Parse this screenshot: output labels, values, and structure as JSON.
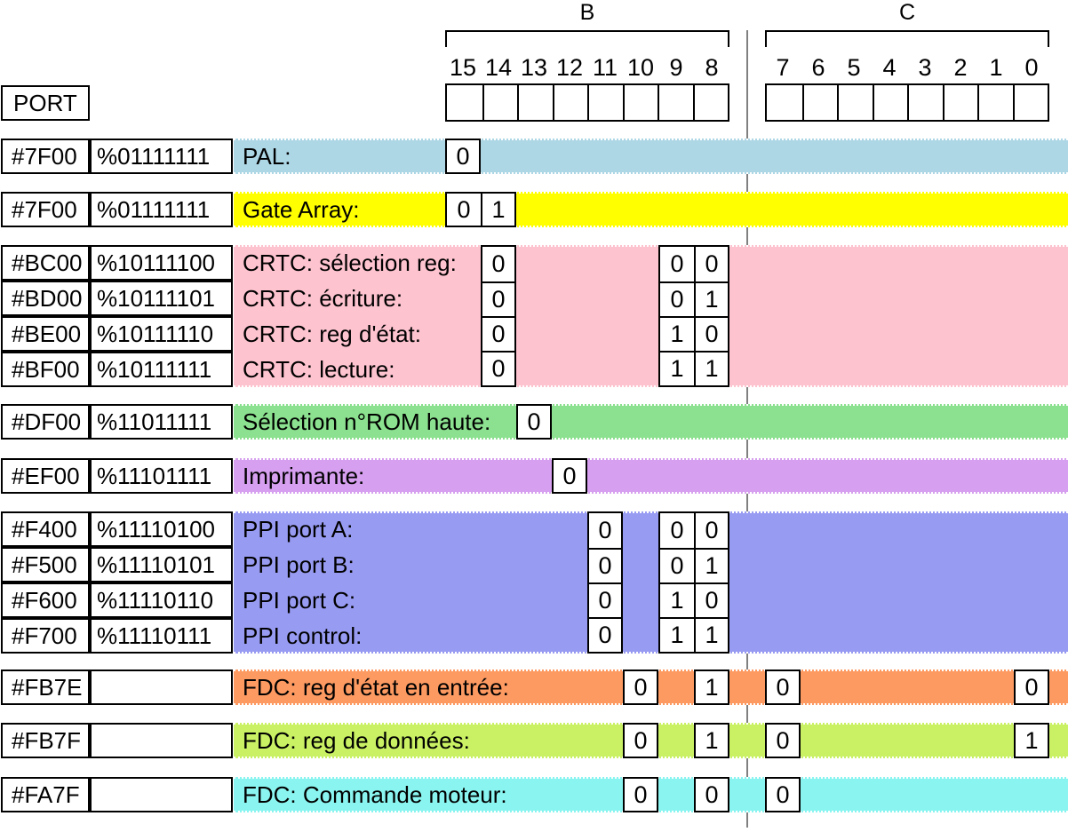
{
  "header": {
    "port_label": "PORT",
    "group_b_label": "B",
    "group_c_label": "C",
    "bits": [
      "15",
      "14",
      "13",
      "12",
      "11",
      "10",
      "9",
      "8",
      "7",
      "6",
      "5",
      "4",
      "3",
      "2",
      "1",
      "0"
    ]
  },
  "palette": {
    "band_pal": "#AED7E6",
    "band_gate_array": "#FFFF00",
    "band_crtc": "#FDC3CF",
    "band_rom": "#8BE18F",
    "band_imprimante": "#D69FEF",
    "band_ppi": "#989BF2",
    "band_fdc_status": "#FC9A62",
    "band_fdc_data": "#C9F163",
    "band_fdc_motor": "#8AF5F0",
    "line_gray": "#8F8F8F",
    "line_black": "#000000",
    "line_red": "#FF0000",
    "line_blue": "#0000FF",
    "line_green": "#008000",
    "line_magenta": "#FF00BF",
    "divider_gray": "#808080"
  },
  "rows": [
    {
      "id": "pal",
      "address": "#7F00",
      "binary": "%01111111",
      "label": "PAL:",
      "color": "band_pal",
      "cells": [
        {
          "bit": 15,
          "value": "0"
        }
      ]
    },
    {
      "id": "gate-array",
      "address": "#7F00",
      "binary": "%01111111",
      "label": "Gate Array:",
      "color": "band_gate_array",
      "cells": [
        {
          "bit": 15,
          "value": "0"
        },
        {
          "bit": 14,
          "value": "1"
        }
      ]
    },
    {
      "id": "crtc-select-reg",
      "address": "#BC00",
      "binary": "%10111100",
      "label": "CRTC: sélection reg:",
      "color": "band_crtc",
      "cells": [
        {
          "bit": 14,
          "value": "0"
        },
        {
          "bit": 9,
          "value": "0"
        },
        {
          "bit": 8,
          "value": "0"
        }
      ]
    },
    {
      "id": "crtc-ecriture",
      "address": "#BD00",
      "binary": "%10111101",
      "label": "CRTC: écriture:",
      "color": "band_crtc",
      "cells": [
        {
          "bit": 14,
          "value": "0"
        },
        {
          "bit": 9,
          "value": "0"
        },
        {
          "bit": 8,
          "value": "1"
        }
      ]
    },
    {
      "id": "crtc-reg-etat",
      "address": "#BE00",
      "binary": "%10111110",
      "label": "CRTC: reg d'état:",
      "color": "band_crtc",
      "cells": [
        {
          "bit": 14,
          "value": "0"
        },
        {
          "bit": 9,
          "value": "1"
        },
        {
          "bit": 8,
          "value": "0"
        }
      ]
    },
    {
      "id": "crtc-lecture",
      "address": "#BF00",
      "binary": "%10111111",
      "label": "CRTC: lecture:",
      "color": "band_crtc",
      "cells": [
        {
          "bit": 14,
          "value": "0"
        },
        {
          "bit": 9,
          "value": "1"
        },
        {
          "bit": 8,
          "value": "1"
        }
      ]
    },
    {
      "id": "rom-haute",
      "address": "#DF00",
      "binary": "%11011111",
      "label": "Sélection n°ROM haute:",
      "color": "band_rom",
      "cells": [
        {
          "bit": 13,
          "value": "0"
        }
      ]
    },
    {
      "id": "imprimante",
      "address": "#EF00",
      "binary": "%11101111",
      "label": "Imprimante:",
      "color": "band_imprimante",
      "cells": [
        {
          "bit": 12,
          "value": "0"
        }
      ]
    },
    {
      "id": "ppi-port-a",
      "address": "#F400",
      "binary": "%11110100",
      "label": "PPI port A:",
      "color": "band_ppi",
      "cells": [
        {
          "bit": 11,
          "value": "0"
        },
        {
          "bit": 9,
          "value": "0"
        },
        {
          "bit": 8,
          "value": "0"
        }
      ]
    },
    {
      "id": "ppi-port-b",
      "address": "#F500",
      "binary": "%11110101",
      "label": "PPI port B:",
      "color": "band_ppi",
      "cells": [
        {
          "bit": 11,
          "value": "0"
        },
        {
          "bit": 9,
          "value": "0"
        },
        {
          "bit": 8,
          "value": "1"
        }
      ]
    },
    {
      "id": "ppi-port-c",
      "address": "#F600",
      "binary": "%11110110",
      "label": "PPI port C:",
      "color": "band_ppi",
      "cells": [
        {
          "bit": 11,
          "value": "0"
        },
        {
          "bit": 9,
          "value": "1"
        },
        {
          "bit": 8,
          "value": "0"
        }
      ]
    },
    {
      "id": "ppi-control",
      "address": "#F700",
      "binary": "%11110111",
      "label": "PPI control:",
      "color": "band_ppi",
      "cells": [
        {
          "bit": 11,
          "value": "0"
        },
        {
          "bit": 9,
          "value": "1"
        },
        {
          "bit": 8,
          "value": "1"
        }
      ]
    },
    {
      "id": "fdc-reg-etat",
      "address": "#FB7E",
      "binary": "",
      "label": "FDC: reg d'état en entrée:",
      "color": "band_fdc_status",
      "cells": [
        {
          "bit": 10,
          "value": "0"
        },
        {
          "bit": 8,
          "value": "1"
        },
        {
          "bit": 7,
          "value": "0"
        },
        {
          "bit": 0,
          "value": "0"
        }
      ]
    },
    {
      "id": "fdc-reg-donnees",
      "address": "#FB7F",
      "binary": "",
      "label": "FDC: reg de données:",
      "color": "band_fdc_data",
      "cells": [
        {
          "bit": 10,
          "value": "0"
        },
        {
          "bit": 8,
          "value": "1"
        },
        {
          "bit": 7,
          "value": "0"
        },
        {
          "bit": 0,
          "value": "1"
        }
      ]
    },
    {
      "id": "fdc-commande-moteur",
      "address": "#FA7F",
      "binary": "",
      "label": "FDC: Commande moteur:",
      "color": "band_fdc_motor",
      "cells": [
        {
          "bit": 10,
          "value": "0"
        },
        {
          "bit": 8,
          "value": "0"
        },
        {
          "bit": 7,
          "value": "0"
        }
      ]
    }
  ]
}
